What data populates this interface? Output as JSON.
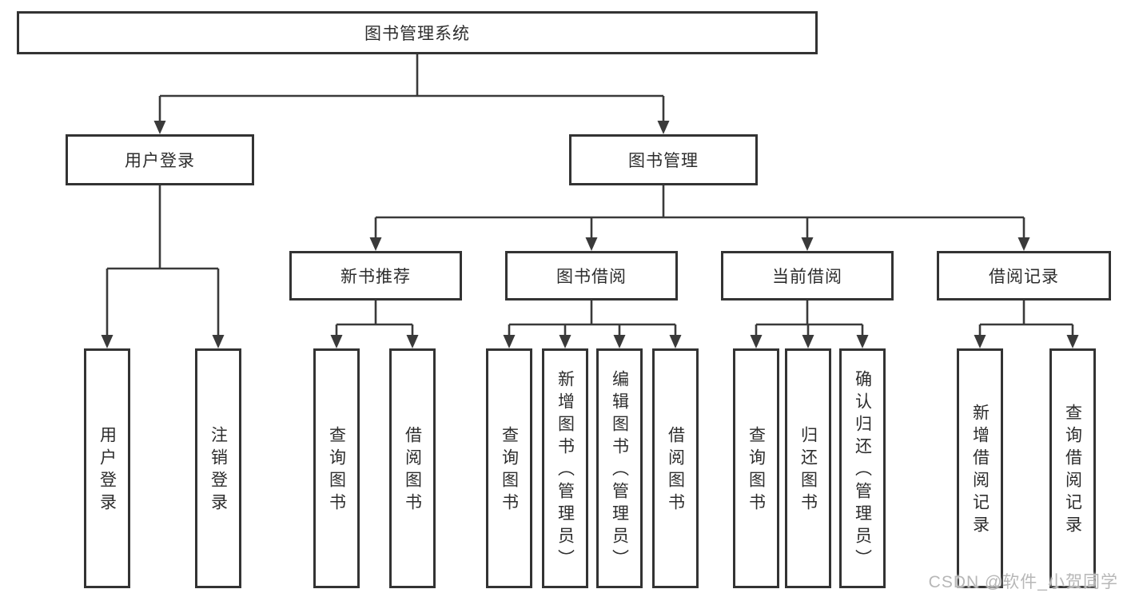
{
  "diagram": {
    "root": {
      "label": "图书管理系统"
    },
    "branches": [
      {
        "label": "用户登录",
        "children": [
          {
            "label": "用户登录"
          },
          {
            "label": "注销登录"
          }
        ]
      },
      {
        "label": "图书管理",
        "children": [
          {
            "label": "新书推荐",
            "children": [
              {
                "label": "查询图书"
              },
              {
                "label": "借阅图书"
              }
            ]
          },
          {
            "label": "图书借阅",
            "children": [
              {
                "label": "查询图书"
              },
              {
                "label": "新增图书（管理员）"
              },
              {
                "label": "编辑图书（管理员）"
              },
              {
                "label": "借阅图书"
              }
            ]
          },
          {
            "label": "当前借阅",
            "children": [
              {
                "label": "查询图书"
              },
              {
                "label": "归还图书"
              },
              {
                "label": "确认归还（管理员）"
              }
            ]
          },
          {
            "label": "借阅记录",
            "children": [
              {
                "label": "新增借阅记录"
              },
              {
                "label": "查询借阅记录"
              }
            ]
          }
        ]
      }
    ]
  },
  "watermark": {
    "text": "CSDN @软件_小贺同学"
  },
  "colors": {
    "line": "#3a3a3a",
    "box_border": "#333333",
    "box_bg": "#ffffff",
    "text": "#2d2d2d",
    "watermark": "#b7b7b7",
    "page_bg": "#ffffff"
  }
}
